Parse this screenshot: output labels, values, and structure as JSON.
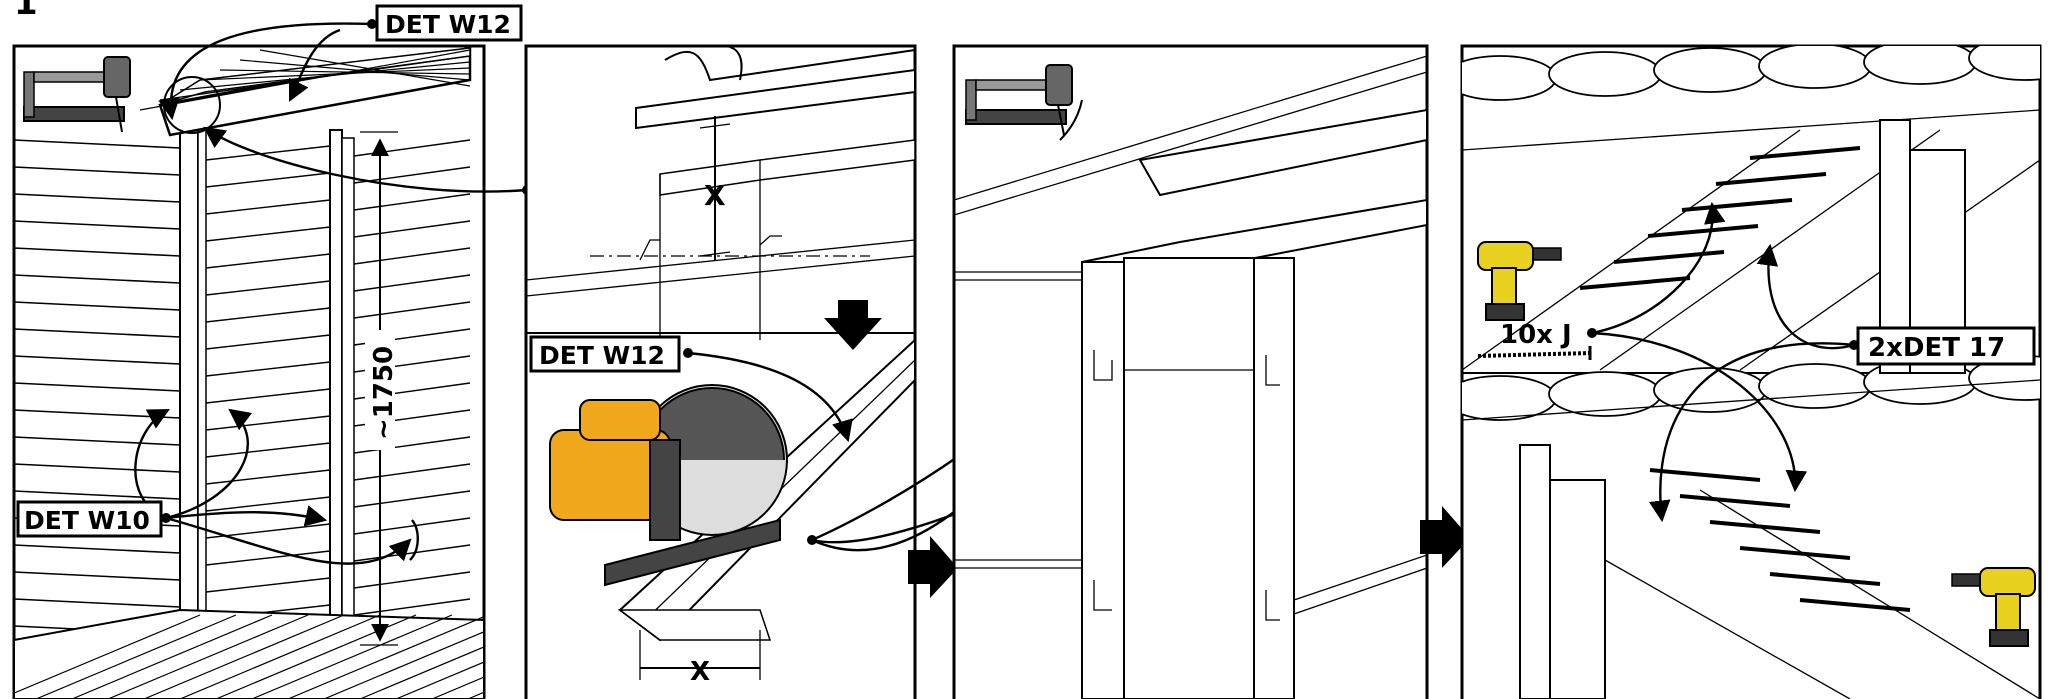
{
  "step_number": "1",
  "labels": {
    "det_w12_top": "DET W12",
    "det_w12_saw": "DET W12",
    "det_w10": "DET W10",
    "det_17": "2xDET 17",
    "screws": "10x J",
    "dimension_height": "~1750",
    "dimension_x_top": "X",
    "dimension_x_bottom": "X"
  },
  "icons": {
    "nail_gun_1": "nail-gun-icon",
    "nail_gun_2": "nail-gun-icon",
    "circular_saw": "circular-saw-icon",
    "drill_1": "cordless-drill-icon",
    "drill_2": "cordless-drill-icon",
    "screw": "screw-icon",
    "arrow_down": "arrow-down-icon",
    "arrow_right_1": "arrow-right-icon",
    "arrow_right_2": "arrow-right-icon"
  },
  "colors": {
    "line": "#000000",
    "tool_yellow": "#f2a81d",
    "tool_dark": "#444444",
    "drill_yellow": "#e8d21f"
  }
}
